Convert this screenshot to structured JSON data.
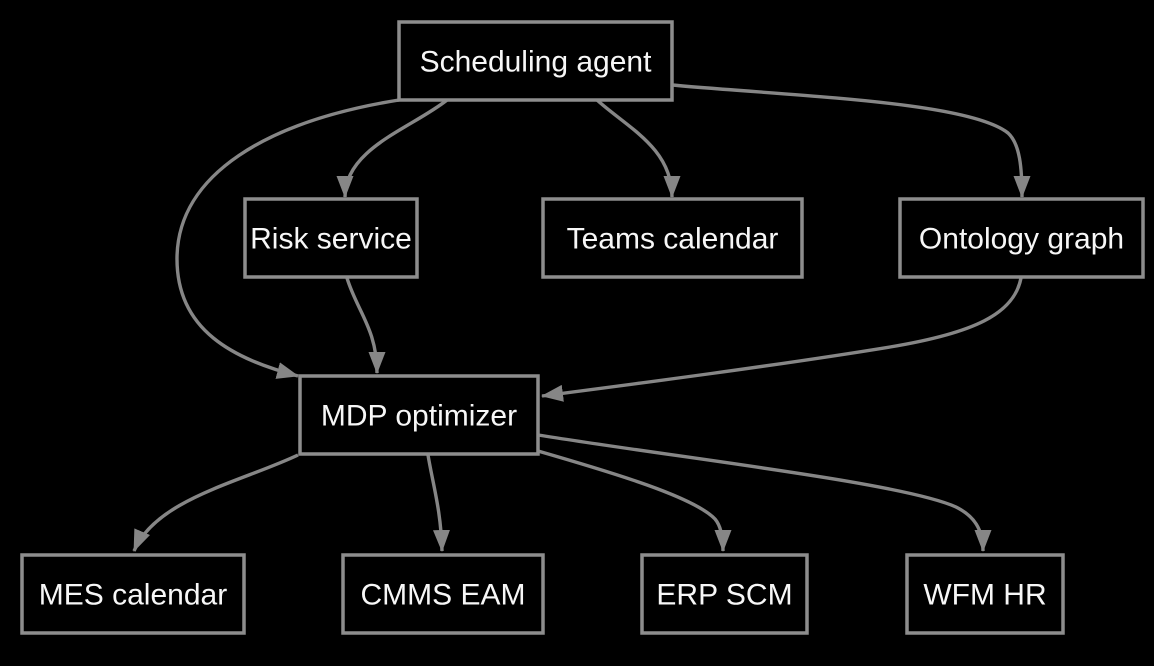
{
  "diagram": {
    "type": "directed-graph",
    "background_color": "#000000",
    "node_fill_color": "#000000",
    "node_border_color": "#8d8d8d",
    "edge_color": "#868686",
    "text_color": "#f7f7f7",
    "nodes": [
      {
        "id": "scheduling-agent",
        "label": "Scheduling agent"
      },
      {
        "id": "risk-service",
        "label": "Risk service"
      },
      {
        "id": "teams-calendar",
        "label": "Teams calendar"
      },
      {
        "id": "ontology-graph",
        "label": "Ontology graph"
      },
      {
        "id": "mdp-optimizer",
        "label": "MDP optimizer"
      },
      {
        "id": "mes-calendar",
        "label": "MES calendar"
      },
      {
        "id": "cmms-eam",
        "label": "CMMS EAM"
      },
      {
        "id": "erp-scm",
        "label": "ERP SCM"
      },
      {
        "id": "wfm-hr",
        "label": "WFM HR"
      }
    ],
    "edges": [
      {
        "from": "Scheduling agent",
        "to": "Risk service"
      },
      {
        "from": "Scheduling agent",
        "to": "Teams calendar"
      },
      {
        "from": "Scheduling agent",
        "to": "Ontology graph"
      },
      {
        "from": "Scheduling agent",
        "to": "MDP optimizer"
      },
      {
        "from": "Risk service",
        "to": "MDP optimizer"
      },
      {
        "from": "Ontology graph",
        "to": "MDP optimizer"
      },
      {
        "from": "MDP optimizer",
        "to": "MES calendar"
      },
      {
        "from": "MDP optimizer",
        "to": "CMMS EAM"
      },
      {
        "from": "MDP optimizer",
        "to": "ERP SCM"
      },
      {
        "from": "MDP optimizer",
        "to": "WFM HR"
      }
    ]
  }
}
